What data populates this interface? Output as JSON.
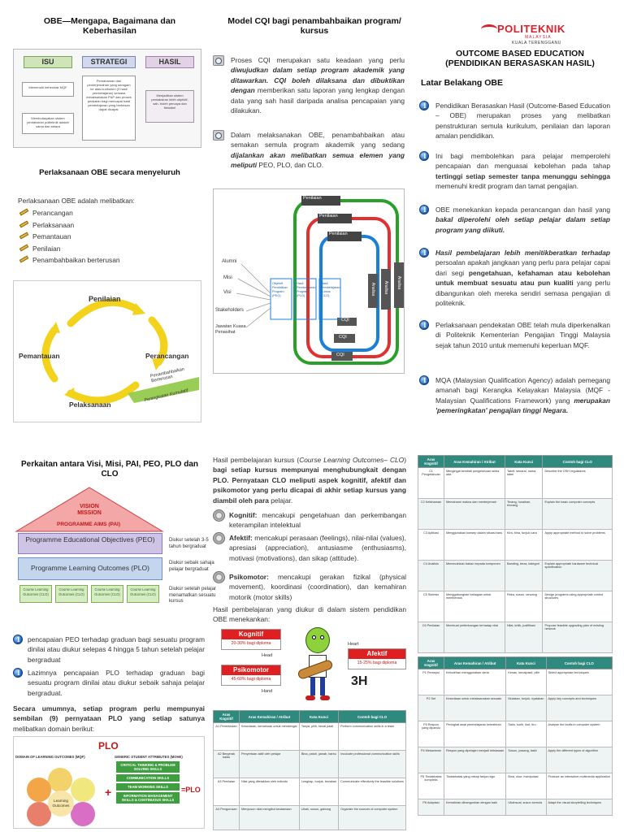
{
  "panel1": {
    "title": "OBE—Mengapa, Bagaimana dan Keberhasilan",
    "isu": "ISU",
    "strategi": "STRATEGI",
    "hasil": "HASIL",
    "isu_text1": "Memenuhi kehendak MQF",
    "isu_text2": "Membudayakan sistem pentaksiran politeknik adalah sama dan setara",
    "strategi_text": "Pemahaman dan penterjemahan yang seragam ke atas kurikulum (3 hasil pembelajaran) semasa melaksanakan P&P dan proses penilaian bagi mencapai hasil pembelajaran yang berkesan dapat dicapai.",
    "hasil_text": "Menjadikan sistem pentaksiran lebih objektif, sah, boleh percaya dan fleksibel",
    "subtitle": "Perlaksanaan OBE secara menyeluruh",
    "intro": "Perlaksanaan OBE adalah melibatkan:",
    "items": [
      "Perancangan",
      "Perlaksanaan",
      "Pemantauan",
      "Penilaian",
      "Penambahbaikan berterusan"
    ],
    "cycle_penilaian": "Penilaian",
    "cycle_pemantauan": "Pemantauan",
    "cycle_perancangan": "Perancangan",
    "cycle_pelaksanaan": "Pelaksanaan",
    "cycle_penambahbaikan": "Penambahbaikan Berterusan",
    "cycle_peningkatan": "Peningkatan Kumulatif"
  },
  "panel2": {
    "title": "Model CQI bagi penambahbaikan program/ kursus",
    "para1_plain": "Proses CQI merupakan satu keadaan yang perlu ",
    "para1_bold": "diwujudkan dalam setiap program akademik yang ditawarkan. CQI boleh dilaksana dan dibuktikan dengan",
    "para1_rest": " memberikan satu laporan yang lengkap dengan data yang sah hasil daripada analisa pencapaian yang dilakukan.",
    "para2_plain": "Dalam melaksanakan OBE, penambahbaikan atau semakan semula program akademik yang sedang ",
    "para2_bold": "dijalankan akan melibatkan semua elemen yang meliputi",
    "para2_rest": " PEO, PLO, dan CLO.",
    "diag_penilaian1": "Penilaian",
    "diag_penilaian2": "Penilaian",
    "diag_penilaian3": "Penilaian",
    "diag_analisa1": "Analisa",
    "diag_analisa2": "Analisa",
    "diag_analisa3": "Analisa",
    "diag_cqi1": "CQI",
    "diag_cqi2": "CQI",
    "diag_cqi3": "CQI",
    "diag_alumni": "Alumni",
    "diag_misi": "Misi",
    "diag_visi": "Visi",
    "diag_stakeholders": "Stakeholders",
    "diag_jawatan": "Jawatan Kuasa Penasihat",
    "diag_obj": "Objektif Pendidikan Program (PEO)",
    "diag_hpp": "Hasil Pembelajaran Program (PLO)",
    "diag_hpk": "Hasil Pembelajaran Kursus (CLO)"
  },
  "panel3": {
    "logo_text": "POLITEKNIK",
    "logo_sub": "MALAYSIA",
    "logo_place": "KUALA TERENGGANU",
    "title": "OUTCOME BASED EDUCATION (PENDIDIKAN BERASASKAN HASIL)",
    "subtitle": "Latar Belakang OBE",
    "b1": "Pendidikan Berasaskan Hasil (Outcome-Based Education – OBE) merupakan proses yang melibatkan penstrukturan semula kurikulum, penilaian dan laporan amalan pendidikan.",
    "b2a": "Ini bagi membolehkan para pelajar memperolehi pencapaian dan menguasai kebolehan pada tahap ",
    "b2b": "tertinggi setiap semester tanpa menunggu sehingga",
    "b2c": " memenuhi kredit program dan tamat pengajian.",
    "b3a": "OBE menekankan kepada perancangan dan hasil yang ",
    "b3b": "bakal diperolehi oleh setiap pelajar dalam setiap program yang diikuti.",
    "b4a": "Hasil pembelajaran lebih menitikberatkan terhadap",
    "b4b": " persoalan apakah jangkaan yang perlu para pelajar capai dari segi ",
    "b4c": "pengetahuan, kefahaman atau kebolehan untuk membuat sesuatu atau pun kualiti",
    "b4d": " yang perlu dibangunkan oleh mereka sendiri semasa pengajian di politeknik.",
    "b5": "Perlaksanaan pendekatan OBE telah mula diperkenalkan di Politeknik Kementerian Pengajian Tinggi Malaysia sejak tahun 2010 untuk memenuhi keperluan MQF.",
    "b6a": "MQA (Malaysian Qualification Agency) adalah pemegang amanah bagi Kerangka Kelayakan Malaysia (MQF - Malaysian Qualifications Framework) yang ",
    "b6b": "merupakan 'pemeringkatan' pengajian tinggi Negara."
  },
  "panel4": {
    "title": "Perkaitan antara Visi, Misi, PAI, PEO, PLO dan CLO",
    "vision": "VISION",
    "mission": "MISSION",
    "aims": "PROGRAMME AIMS (PAI)",
    "peo": "Programme Educational Objectives (PEO)",
    "plo": "Programme Learning Outcomes (PLO)",
    "clo": "Course Learning Outcomes (CLO)",
    "note_peo": "Diukur setelah 3-5 tahun bergraduat",
    "note_plo": "Diukur sebaik sahaja pelajar bergraduat",
    "note_clo": "Diukur setelah pelajar menamatkan sesuatu kursus",
    "b1": "pencapaian PEO terhadap graduan bagi sesuatu program dinilai atau diukur selepas 4 hingga 5 tahun setelah pelajar bergraduat",
    "b2": "Lazimnya pencapaian PLO terhadap graduan bagi sesuatu program dinilai atau diukur sebaik sahaja pelajar bergraduat.",
    "summary_bold": "Secara umumnya, setiap program perlu mempunyai sembilan (9) pernyataan PLO yang setiap satunya",
    "summary_rest": " melibatkan domain berikut:",
    "plo_title": "PLO",
    "dom_mqf": "DOMAIN OF LEARNING OUTCOMES (MQF)",
    "dom_moh": "GENERIC STUDENT ATTRIBUTES (MOHE)",
    "plo_eq": "=PLO",
    "skills": [
      "CRITICAL THINKING & PROBLEM SOLVING SKILLS",
      "COMMUNICATION SKILLS",
      "TEAM WORKING SKILLS",
      "INFORMATION MANAGEMENT SKILLS & CONTINUOUS SKILLS"
    ],
    "learning_outcomes": "Learning Outcomes"
  },
  "panel5": {
    "intro_plain": "Hasil pembelajaran kursus (",
    "intro_italic": "Course Learning Outcomes– CLO",
    "intro_plain2": ") ",
    "intro_bold": "bagi setiap kursus mempunyai menghubungkait dengan PLO. Pernyataan CLO meliputi aspek kognitif, afektif dan psikomotor yang perlu dicapai di akhir setiap kursus yang diambil oleh para",
    "intro_rest": " pelajar.",
    "kog_label": "Kognitif:",
    "kog_text": " mencakupi pengetahuan dan perkembangan keterampilan intelektual",
    "afe_label": "Afektif:",
    "afe_text": " mencakupi perasaan (feelings), nilai-nilai (values), apresiasi (appreciation), antusiasme (enthusiasms), motivasi (motivations), dan sikap (attitude).",
    "psi_label": "Psikomotor:",
    "psi_text": " mencakupi gerakan fizikal (physical movement), koordinasi (coordination), dan kemahiran motorik (motor skills)",
    "measure": "Hasil pembelajaran yang diukur di dalam sistem pendidikan OBE menekankan:",
    "kognitif": "Kognitif",
    "kognitif_pct": "20-30% bagi diploma",
    "afektif": "Afektif",
    "afektif_pct": "15-25% bagi diploma",
    "psikomotor": "Psikomotor",
    "psikomotor_pct": "45-60% bagi diploma",
    "head": "Head",
    "heart": "Heart",
    "hand": "Hand",
    "h3": "3H"
  },
  "table1": {
    "headers": [
      "Aras Kognitif",
      "Aras Kemahiran / Atribut",
      "Kata Kunci",
      "Contoh bagi CLO"
    ],
    "rows": [
      [
        "C1 Pengetahuan",
        "Mengingat kembali pengetahuan sedia ada",
        "Takrif, senarai, nama, label",
        "Describe the OSH regulations"
      ],
      [
        "C2 Kefahaman",
        "Memahami makna dan menterjemah",
        "Terang, huraikan, bincang",
        "Explain the basic computer concepts"
      ],
      [
        "C3 Aplikasi",
        "Menggunakan konsep dalam situasi baru",
        "Kira, bina, tunjuk cara",
        "Apply appropriate method to solve problems"
      ],
      [
        "C4 Analisis",
        "Memecahkan bahan kepada komponen",
        "Banding, beza, kategori",
        "Explain appropriate hardware technical specification"
      ],
      [
        "C5 Sintesis",
        "Menggabungkan bahagian untuk membentuk",
        "Reka, susun, rancang",
        "Design programs using appropriate control structures"
      ],
      [
        "C6 Penilaian",
        "Membuat pertimbangan terhadap nilai",
        "Nilai, kritik, justifikasi",
        "Propose feasible upgrading plan of existing network"
      ]
    ]
  },
  "table2": {
    "headers": [
      "Aras Kognitif",
      "Aras Kemahiran / Atribut",
      "Kata Kunci",
      "Contoh bagi CLO"
    ],
    "rows": [
      [
        "P1 Persepsi",
        "Kebolehan menggunakan deria",
        "Kesan, kenalpasti, pilih",
        "Select appropriate techniques"
      ],
      [
        "P2 Set",
        "Kesediaan untuk melaksanakan sesuatu",
        "Mulakan, tunjuk, nyatakan",
        "Apply key concepts and techniques"
      ],
      [
        "P3 Respon yang dipandu",
        "Peringkat awal pembelajaran kemahiran",
        "Salin, surih, ikut, tiru",
        "Analyse the faults in computer system"
      ],
      [
        "P4 Mekanisme",
        "Respon yang dipelajari menjadi kebiasaan",
        "Susun, pasang, baiki",
        "Apply the different types of algorithm"
      ],
      [
        "P5 Tindakbalas kompleks",
        "Tindakbalas yang cekap tanpa ragu",
        "Bina, ukur, manipulasi",
        "Produce an interactive multimedia application"
      ],
      [
        "P6 Adaptasi",
        "Kemahiran dibangunkan dengan baik",
        "Ubahsuai, susun semula",
        "Adapt the visual storytelling techniques"
      ]
    ]
  },
  "table3": {
    "headers": [
      "Aras Kognitif",
      "Aras Kemahiran / Atribut",
      "Kata Kunci",
      "Contoh bagi CLO"
    ],
    "rows": [
      [
        "A1 Penerimaan",
        "Kesedaran, kemahuan untuk mendengar",
        "Tanya, pilih, kenal pasti",
        "Perform communication skills in a team"
      ],
      [
        "A2 Bergerak balas",
        "Penyertaan aktif oleh pelajar",
        "Bina, patuh, jawab, bantu",
        "Inculcate professional communication skills"
      ],
      [
        "A3 Penilaian",
        "Nilai yang diletakkan oleh individu",
        "Lengkap, tunjuk, bezakan",
        "Communicate effectively the feasible solutions"
      ],
      [
        "A4 Pengurusan",
        "Menyusun nilai mengikut keutamaan",
        "Ubah, susun, gabung",
        "Organize the sources of computer system"
      ]
    ]
  }
}
